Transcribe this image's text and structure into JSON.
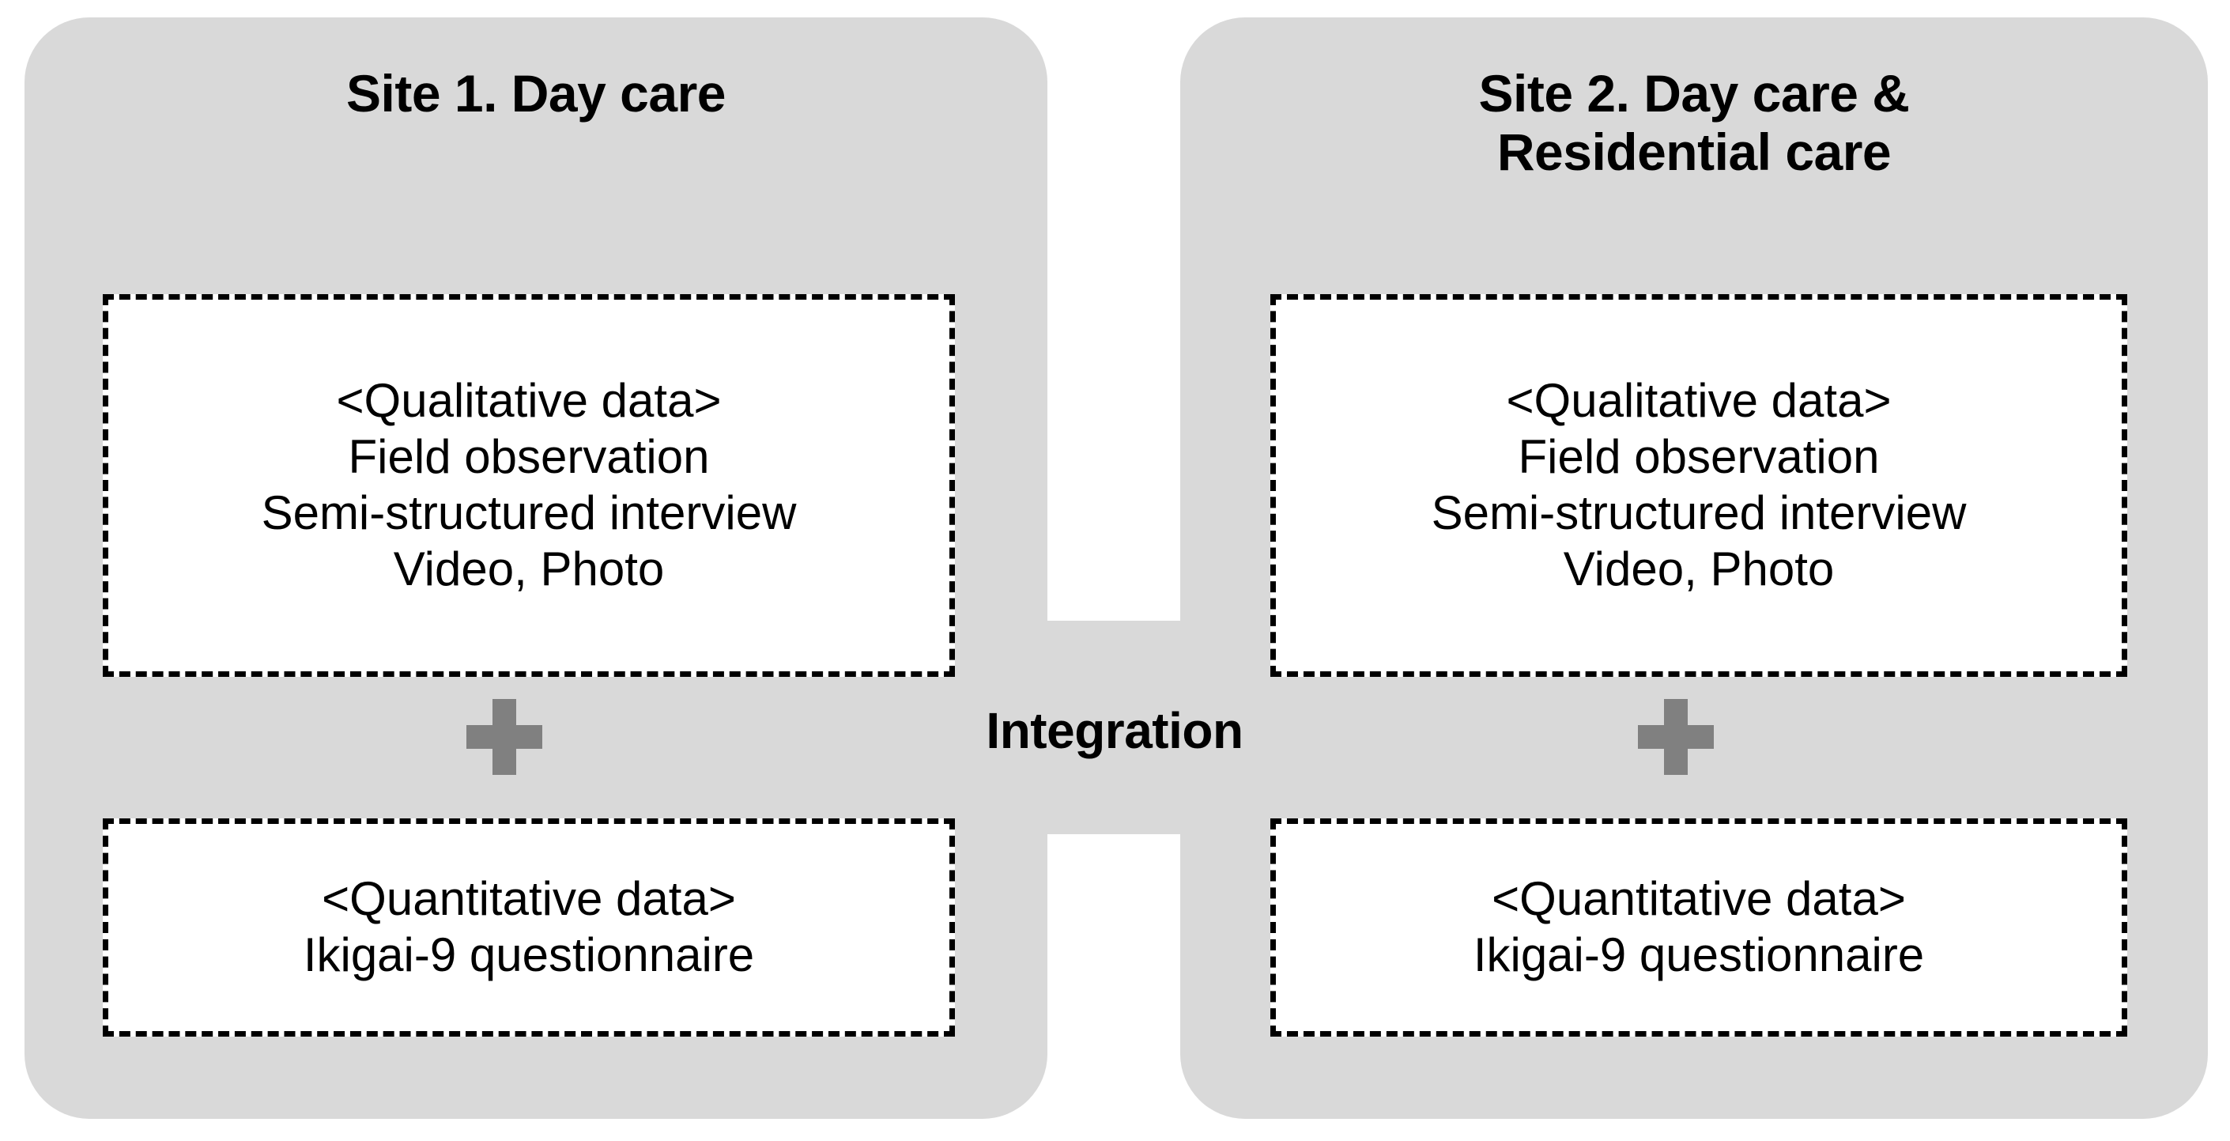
{
  "figure": {
    "name": "mixed-methods-study-design",
    "background_color": "#FFFFFF",
    "panel_fill_color": "#D9D9D9",
    "box_fill_color": "#FFFFFF",
    "box_border_style": "dashed",
    "box_border_color": "#000000",
    "plus_color": "#808080",
    "text_color": "#000000"
  },
  "integration": {
    "label": "Integration",
    "icon": "plus-icon"
  },
  "sites": [
    {
      "id": "site-1",
      "title": "Site 1. Day care",
      "title_lines": [
        "Site 1. Day care"
      ],
      "qualitative": {
        "heading": "<Qualitative data>",
        "items": [
          "Field observation",
          "Semi-structured interview",
          "Video, Photo"
        ]
      },
      "connector": "+",
      "quantitative": {
        "heading": "<Quantitative data>",
        "items": [
          "Ikigai-9 questionnaire"
        ]
      }
    },
    {
      "id": "site-2",
      "title": "Site 2. Day care & Residential care",
      "title_lines": [
        "Site 2. Day care &",
        "Residential care"
      ],
      "qualitative": {
        "heading": "<Qualitative data>",
        "items": [
          "Field observation",
          "Semi-structured interview",
          "Video, Photo"
        ]
      },
      "connector": "+",
      "quantitative": {
        "heading": "<Quantitative data>",
        "items": [
          "Ikigai-9 questionnaire"
        ]
      }
    }
  ]
}
